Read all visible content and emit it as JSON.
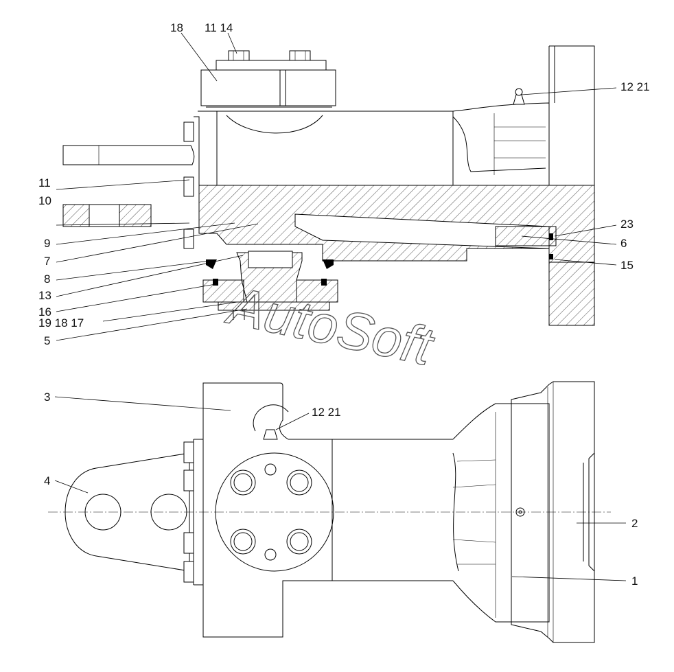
{
  "watermark": "AutoSoft",
  "callouts": {
    "top_18": "18",
    "top_11_14": "11 14",
    "top_12_21": "12 21",
    "l11": "11",
    "l10": "10",
    "l9": "9",
    "l7": "7",
    "l8": "8",
    "l13": "13",
    "l16": "16",
    "l19_18_17": "19 18 17",
    "l5": "5",
    "r23": "23",
    "r6": "6",
    "r15": "15",
    "bottom_3": "3",
    "bottom_12_21": "12 21",
    "bottom_4": "4",
    "bottom_2": "2",
    "bottom_1": "1"
  },
  "colors": {
    "line": "#000000",
    "background": "#ffffff",
    "watermark": "#555555"
  }
}
